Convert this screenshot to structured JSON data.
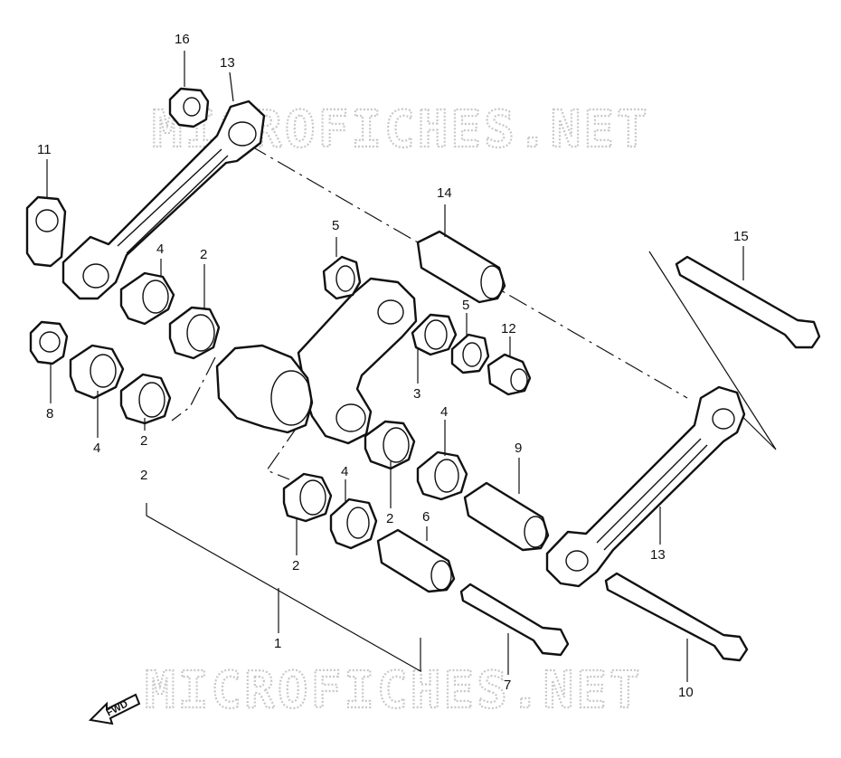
{
  "watermarks": {
    "top": "MICROFICHES.NET",
    "bottom": "MICROFICHES.NET"
  },
  "fwd_label": "FWD",
  "callouts": {
    "c16": "16",
    "c13a": "13",
    "c11": "11",
    "c14": "14",
    "c5a": "5",
    "c4a": "4",
    "c2a": "2",
    "c15": "15",
    "c5b": "5",
    "c12": "12",
    "c3": "3",
    "c8": "8",
    "c4b": "4",
    "c2b": "2",
    "c9": "9",
    "c4c": "4",
    "c2c": "2",
    "c4d": "4",
    "c2d": "2",
    "c6": "6",
    "c2e": "2",
    "c13b": "13",
    "c1": "1",
    "c7": "7",
    "c10": "10"
  }
}
